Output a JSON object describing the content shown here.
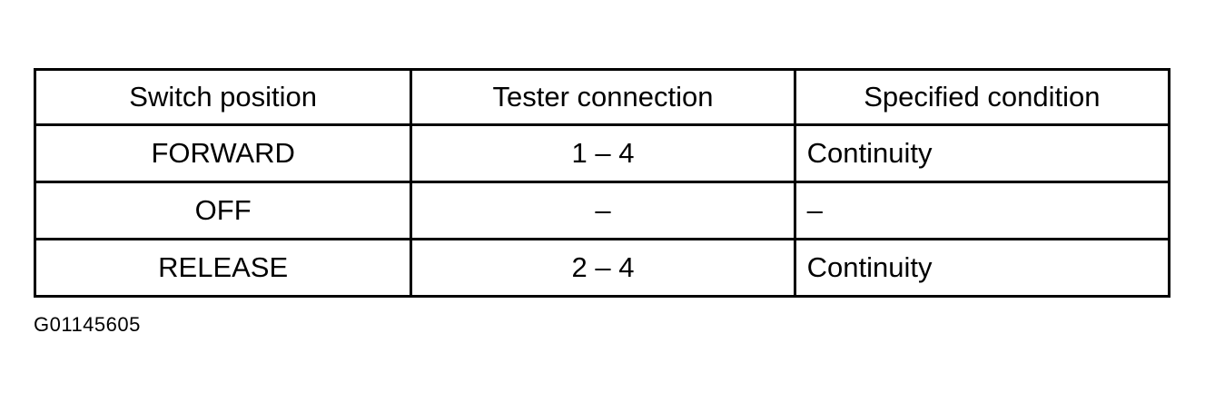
{
  "table": {
    "headers": [
      "Switch position",
      "Tester connection",
      "Specified condition"
    ],
    "rows": [
      [
        "FORWARD",
        "1 – 4",
        "Continuity"
      ],
      [
        "OFF",
        "–",
        "–"
      ],
      [
        "RELEASE",
        "2 – 4",
        "Continuity"
      ]
    ]
  },
  "figure_code": "G01145605"
}
